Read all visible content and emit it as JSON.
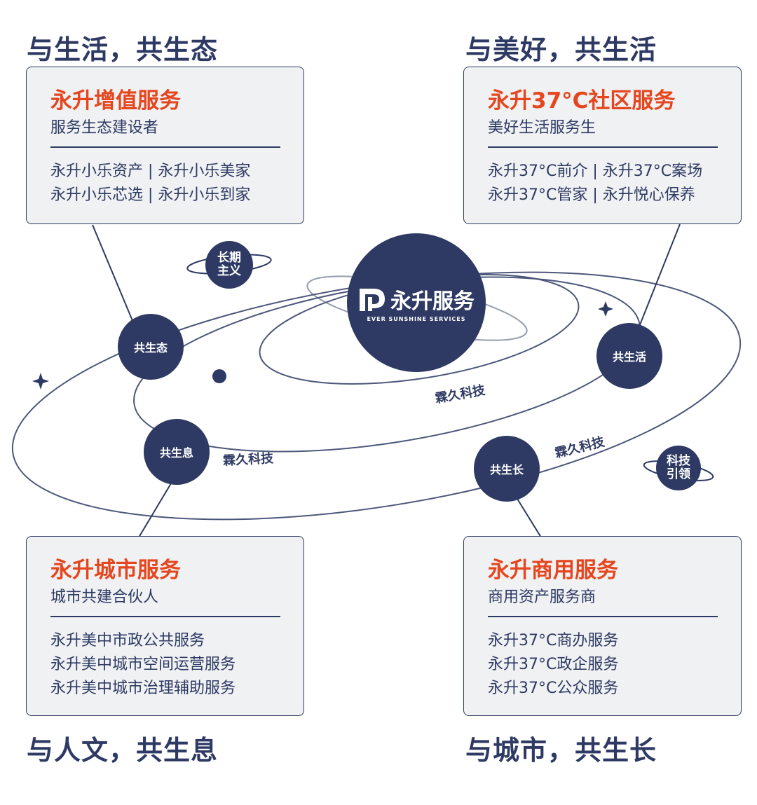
{
  "headings": {
    "top_left": "与生活，共生态",
    "top_right": "与美好，共生活",
    "bottom_left": "与人文，共生息",
    "bottom_right": "与城市，共生长"
  },
  "cards": {
    "top_left": {
      "title": "永升增值服务",
      "subtitle": "服务生态建设者",
      "items": [
        "永升小乐资产 | 永升小乐美家",
        "永升小乐芯选 | 永升小乐到家"
      ]
    },
    "top_right": {
      "title": "永升37°C社区服务",
      "subtitle": "美好生活服务生",
      "items": [
        "永升37°C前介 | 永升37°C案场",
        "永升37°C管家 | 永升悦心保养"
      ]
    },
    "bottom_left": {
      "title": "永升城市服务",
      "subtitle": "城市共建合伙人",
      "items": [
        "永升美中市政公共服务",
        "永升美中城市空间运营服务",
        "永升美中城市治理辅助服务"
      ]
    },
    "bottom_right": {
      "title": "永升商用服务",
      "subtitle": "商用资产服务商",
      "items": [
        "永升37°C商办服务",
        "永升37°C政企服务",
        "永升37°C公众服务"
      ]
    }
  },
  "center": {
    "title": "永升服务",
    "tagline": "EVER SUNSHINE SERVICES",
    "logo_icon": "ever-sunshine-logo-icon"
  },
  "nodes": {
    "ecology": "共生态",
    "life": "共生活",
    "breath": "共生息",
    "growth": "共生长"
  },
  "planets": {
    "long_term": [
      "长期",
      "主义"
    ],
    "tech_lead": [
      "科技",
      "引领"
    ]
  },
  "orbit_labels": {
    "brand": "霖久科技"
  },
  "colors": {
    "navy": "#2e3a63",
    "accent": "#e5461e",
    "card_bg": "#f0f1f3"
  }
}
